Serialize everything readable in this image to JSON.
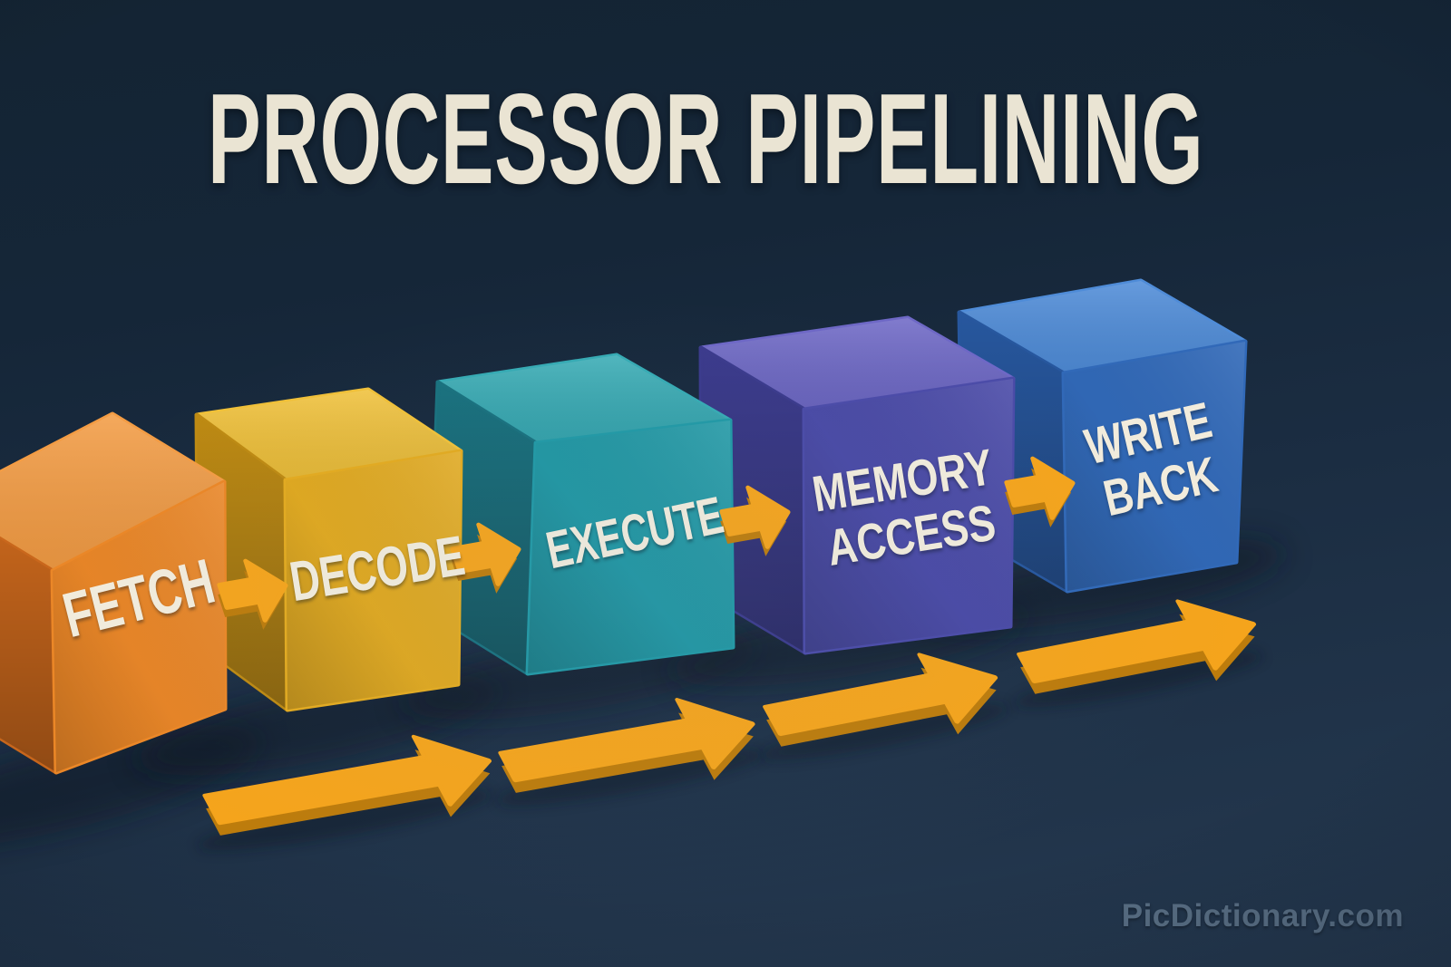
{
  "title": {
    "text": "PROCESSOR PIPELINING",
    "color": "#EAE4D3"
  },
  "watermark": {
    "text": "PicDictionary.com",
    "color": "#5A7086"
  },
  "background": {
    "top": "#142433",
    "bottom": "#253950"
  },
  "arrows": {
    "face": "#F5A41C",
    "side": "#BD7C0C"
  },
  "label_color": "#F2ECDC",
  "stages": [
    {
      "id": "fetch",
      "lines": [
        "FETCH"
      ],
      "colors": {
        "front": "#EB8727",
        "top": "#F39C44",
        "side": "#C9671C"
      }
    },
    {
      "id": "decode",
      "lines": [
        "DECODE"
      ],
      "colors": {
        "front": "#E4AB1F",
        "top": "#F1C138",
        "side": "#BE8A12"
      }
    },
    {
      "id": "execute",
      "lines": [
        "EXECUTE"
      ],
      "colors": {
        "front": "#2199A5",
        "top": "#36ABB4",
        "side": "#19717E"
      }
    },
    {
      "id": "memory-access",
      "lines": [
        "MEMORY",
        "ACCESS"
      ],
      "colors": {
        "front": "#4B4BA8",
        "top": "#6E68C6",
        "side": "#3B3A8C"
      }
    },
    {
      "id": "write-back",
      "lines": [
        "WRITE",
        "BACK"
      ],
      "colors": {
        "front": "#3169B8",
        "top": "#4F8CD8",
        "side": "#27579E"
      }
    }
  ]
}
